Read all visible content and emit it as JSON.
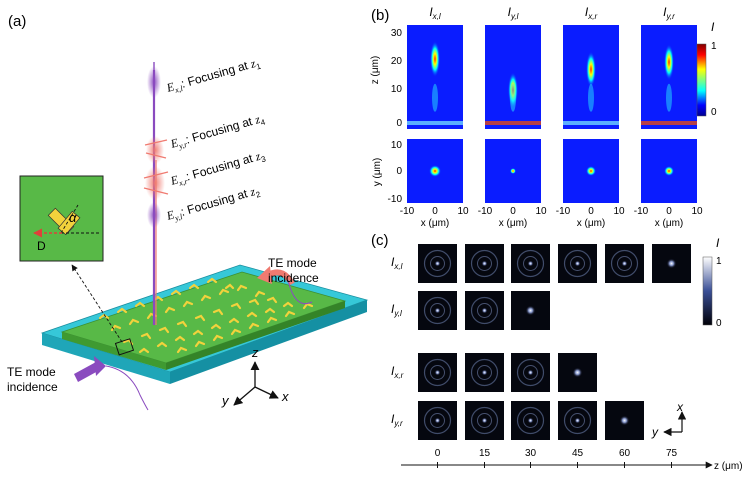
{
  "panel_labels": {
    "a": "(a)",
    "b": "(b)",
    "c": "(c)"
  },
  "panel_a": {
    "focus_labels": [
      {
        "field": "E",
        "sub": "x,l",
        "text": ": Focusing at ",
        "z": "z",
        "zsub": "1"
      },
      {
        "field": "E",
        "sub": "y,r",
        "text": ": Focusing at ",
        "z": "z",
        "zsub": "4"
      },
      {
        "field": "E",
        "sub": "x,r",
        "text": ": Focusing at ",
        "z": "z",
        "zsub": "3"
      },
      {
        "field": "E",
        "sub": "y,l",
        "text": ": Focusing at ",
        "z": "z",
        "zsub": "2"
      }
    ],
    "inset_alpha": "α",
    "inset_d": "D",
    "te_right_line1": "TE mode",
    "te_right_line2": "incidence",
    "te_left_line1": "TE mode",
    "te_left_line2": "incidence",
    "axis_z": "z",
    "axis_y": "y",
    "axis_x": "x",
    "colors": {
      "substrate": "#36c8d8",
      "waveguide": "#58b947",
      "meta_atom": "#f2d23c",
      "beam_x": "#8a4bbf",
      "beam_r": "#f07a70"
    }
  },
  "panel_b": {
    "titles": [
      {
        "base": "I",
        "sub": "x,l"
      },
      {
        "base": "I",
        "sub": "y,l"
      },
      {
        "base": "I",
        "sub": "x,r"
      },
      {
        "base": "I",
        "sub": "y,r"
      }
    ],
    "top_ylabel": "z (μm)",
    "bottom_ylabel": "y (μm)",
    "xlabel": "x (μm)",
    "top_yticks": [
      "30",
      "20",
      "10",
      "0"
    ],
    "bottom_yticks": [
      "10",
      "0",
      "-10"
    ],
    "xticks": [
      "-10",
      "0",
      "10"
    ],
    "colorbar": {
      "label": "I",
      "max": "1",
      "min": "0"
    }
  },
  "panel_c": {
    "rows": [
      {
        "base": "I",
        "sub": "x,l",
        "frames": 6
      },
      {
        "base": "I",
        "sub": "y,l",
        "frames": 3
      },
      {
        "base": "I",
        "sub": "x,r",
        "frames": 4
      },
      {
        "base": "I",
        "sub": "y,r",
        "frames": 5
      }
    ],
    "z_ticks": [
      "0",
      "15",
      "30",
      "45",
      "60",
      "75"
    ],
    "z_label": "z (μm)",
    "corner_x": "x",
    "corner_y": "y",
    "colorbar": {
      "label": "I",
      "max": "1",
      "min": "0"
    }
  }
}
